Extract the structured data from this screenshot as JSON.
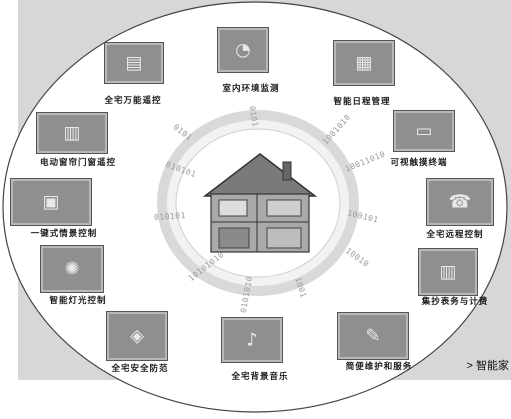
{
  "center": {
    "alt": "house-illustration"
  },
  "nodes": [
    {
      "key": "remote",
      "label": "全宅万能遥控",
      "icon": "remote-icon"
    },
    {
      "key": "env",
      "label": "室内环境监测",
      "icon": "gauge-icon"
    },
    {
      "key": "schedule",
      "label": "智能日程管理",
      "icon": "calendar-icon"
    },
    {
      "key": "video",
      "label": "可视触摸终端",
      "icon": "touchscreen-icon"
    },
    {
      "key": "remote-control",
      "label": "全宅远程控制",
      "icon": "phone-icon"
    },
    {
      "key": "meter",
      "label": "集抄表务与计费",
      "icon": "chart-icon"
    },
    {
      "key": "maintenance",
      "label": "简便维护和服务",
      "icon": "tools-icon"
    },
    {
      "key": "music",
      "label": "全宅背景音乐",
      "icon": "speaker-icon"
    },
    {
      "key": "security",
      "label": "全宅安全防范",
      "icon": "shield-icon"
    },
    {
      "key": "lighting",
      "label": "智能灯光控制",
      "icon": "bulb-icon"
    },
    {
      "key": "scene",
      "label": "一键式情景控制",
      "icon": "scene-icon"
    },
    {
      "key": "curtain",
      "label": "电动窗帘门窗遥控",
      "icon": "curtain-icon"
    }
  ],
  "binary": [
    "0101",
    "0101",
    "1001010",
    "10011010",
    "100101",
    "10010",
    "1001",
    "0101010",
    "10101010",
    "010101",
    "010101"
  ],
  "footer": {
    "text": "> 智能家"
  },
  "colors": {
    "band": "#d7d7d7",
    "ellipse": "#ffffff",
    "ring": "#e6e6e6",
    "thumb": "#8f8f8f"
  }
}
